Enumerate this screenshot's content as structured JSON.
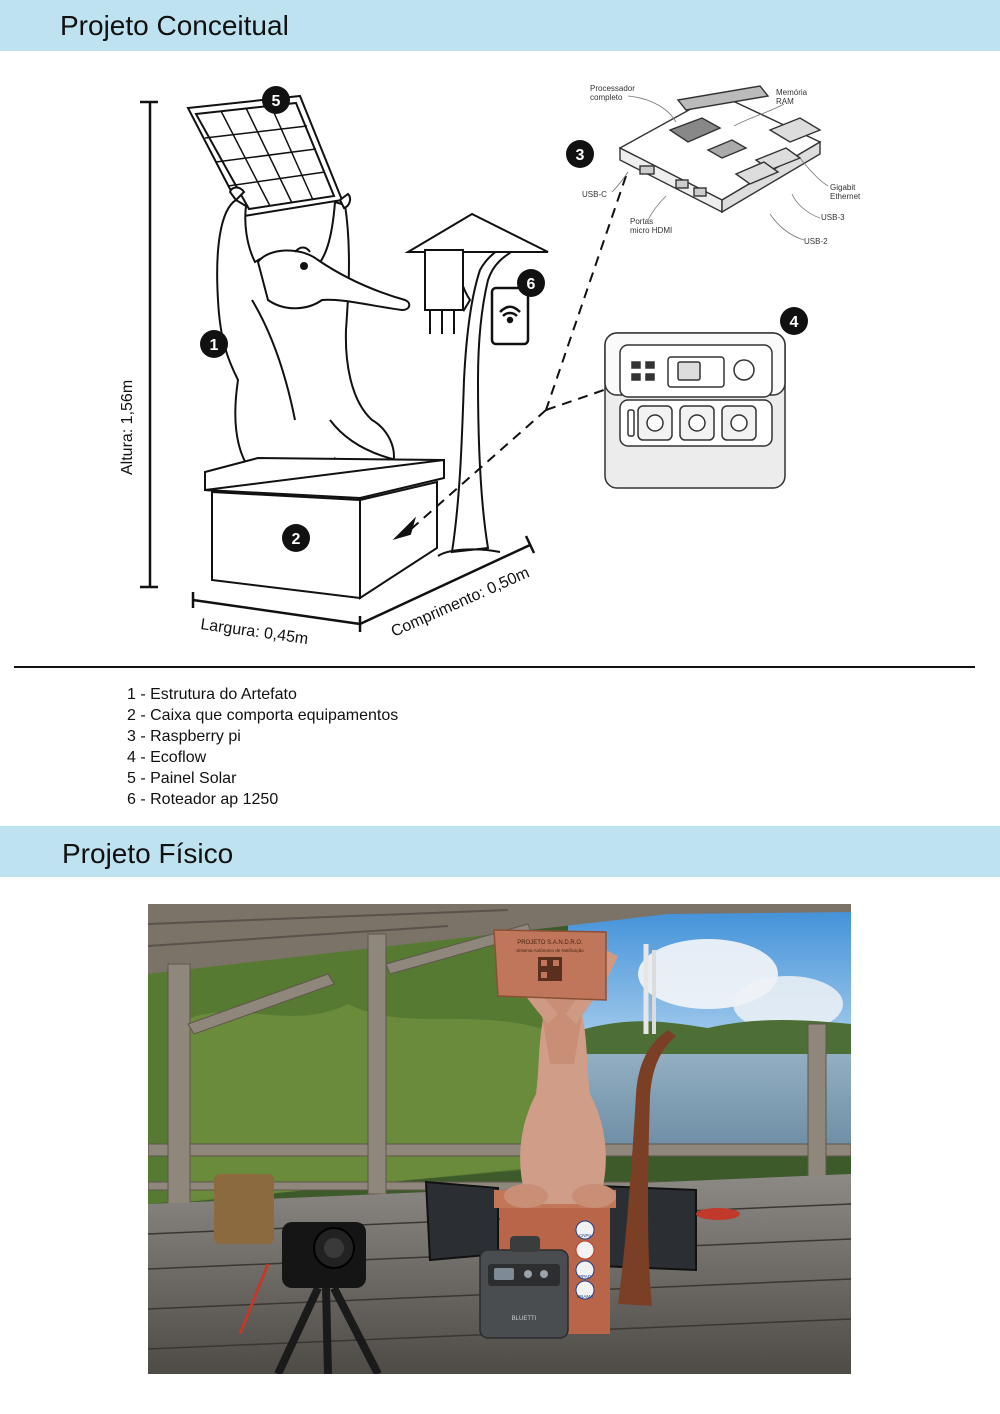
{
  "sections": {
    "conceptual_title": "Projeto Conceitual",
    "physical_title": "Projeto Físico"
  },
  "diagram": {
    "markers": [
      "1",
      "2",
      "3",
      "4",
      "5",
      "6"
    ],
    "dimensions": {
      "height": "Altura: 1,56m",
      "width": "Largura: 0,45m",
      "length": "Comprimento: 0,50m"
    },
    "raspberry_labels": {
      "processor": [
        "Processador",
        "completo"
      ],
      "ram": [
        "Memória",
        "RAM"
      ],
      "usbc": "USB-C",
      "hdmi": [
        "Portas",
        "micro HDMI"
      ],
      "ethernet": [
        "Gigabit",
        "Ethernet"
      ],
      "usb3": "USB-3",
      "usb2": "USB-2"
    }
  },
  "legend": [
    "1 - Estrutura do Artefato",
    "2 - Caixa que comporta equipamentos",
    "3 - Raspberry pi",
    "4 - Ecoflow",
    "5 - Painel Solar",
    "6 - Roteador ap 1250"
  ],
  "photo": {
    "sign_lines": [
      "PROJETO S.A.N.D.R.O.",
      "Sistema Autônomo de Notificação"
    ],
    "badges": [
      "CNPq",
      "",
      "PPAD",
      "UNAMA"
    ],
    "station_brand": "BLUETTI"
  }
}
